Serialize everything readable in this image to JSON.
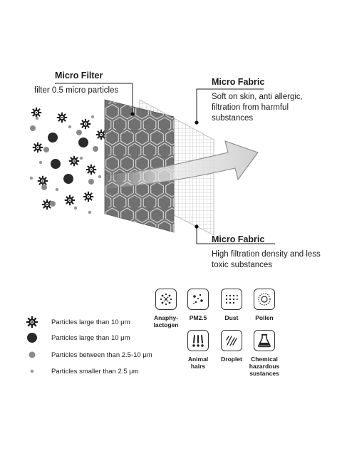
{
  "micro_filter": {
    "title": "Micro Filter",
    "desc": "filter 0.5 micro particles"
  },
  "micro_fabric_top": {
    "title": "Micro Fabric",
    "desc": "Soft on skin, anti allergic, filtration from harmful substances"
  },
  "micro_fabric_bottom": {
    "title": "Micro Fabric",
    "desc": "High filtration density and less toxic substances"
  },
  "legend": [
    {
      "icon": "virus-particle-icon",
      "text": "Particles large than 10 μm"
    },
    {
      "icon": "large-dark-particle-icon",
      "text": "Particles large than 10 μm"
    },
    {
      "icon": "medium-gray-particle-icon",
      "text": "Particles between than 2.5-10 μm"
    },
    {
      "icon": "small-particle-icon",
      "text": "Particles smaller than 2.5 μm"
    }
  ],
  "filtered": [
    {
      "icon": "anaphylactogen-icon",
      "label": "Anaphy-lactogen"
    },
    {
      "icon": "pm25-icon",
      "label": "PM2.5"
    },
    {
      "icon": "dust-icon",
      "label": "Dust"
    },
    {
      "icon": "pollen-icon",
      "label": "Pollen"
    },
    {
      "icon": "animal-hairs-icon",
      "label": "Animal hairs"
    },
    {
      "icon": "droplet-icon",
      "label": "Droplet"
    },
    {
      "icon": "chemical-flask-icon",
      "label": "Chemical hazardous sustances"
    }
  ],
  "colors": {
    "filter_dark": "#707070",
    "arrow": "#d2d2d2",
    "particle_dark": "#2a2a2a",
    "particle_gray": "#8a8a8a"
  }
}
